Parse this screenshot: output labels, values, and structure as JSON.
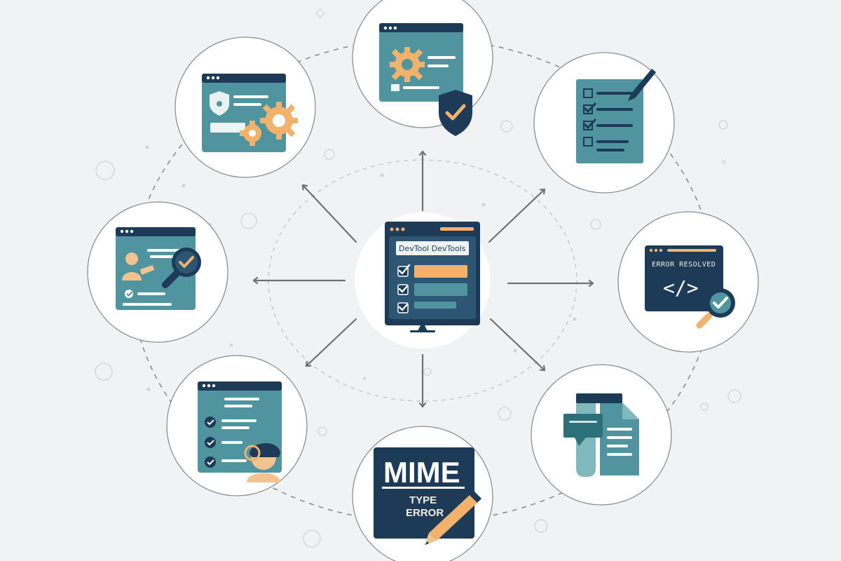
{
  "center": {
    "label": "DevTool DevTools"
  },
  "nodes": {
    "error_resolved": {
      "label": "ERROR RESOLVED",
      "code": "</>"
    },
    "mime_error": {
      "title": "MIME",
      "line1": "TYPE",
      "line2": "ERROR"
    }
  },
  "colors": {
    "navy": "#1d3a57",
    "teal": "#4f949f",
    "teal_light": "#7fb8bd",
    "orange": "#f2b26b",
    "skin": "#f2c28f",
    "background": "#f1f2f3"
  }
}
